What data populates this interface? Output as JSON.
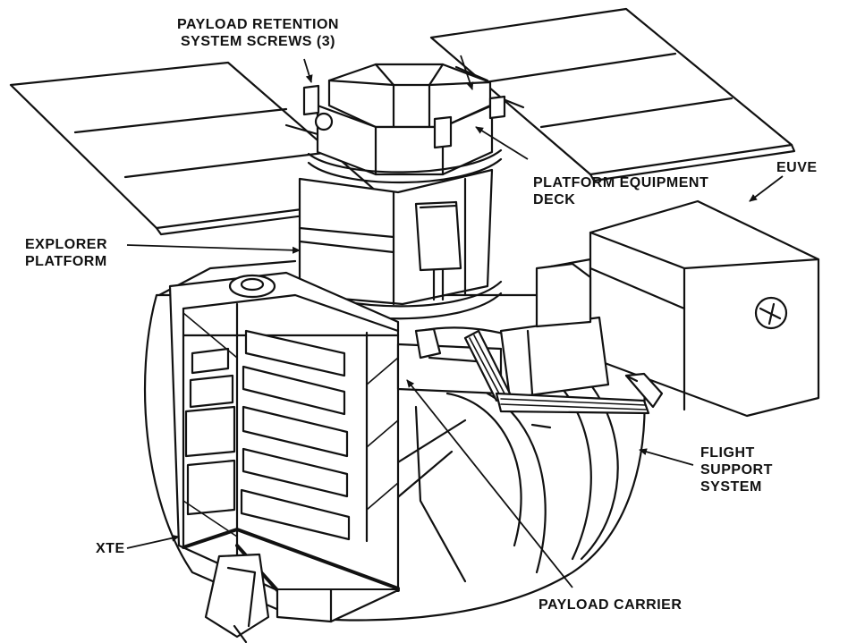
{
  "labels": {
    "payload_retention_screws": "PAYLOAD RETENTION\nSYSTEM SCREWS (3)",
    "platform_equipment_deck": "PLATFORM EQUIPMENT\nDECK",
    "euve": "EUVE",
    "explorer_platform": "EXPLORER\nPLATFORM",
    "flight_support_system": "FLIGHT\nSUPPORT\nSYSTEM",
    "xte": "XTE",
    "payload_carrier": "PAYLOAD CARRIER"
  },
  "colors": {
    "ink": "#111111",
    "background": "#ffffff"
  }
}
